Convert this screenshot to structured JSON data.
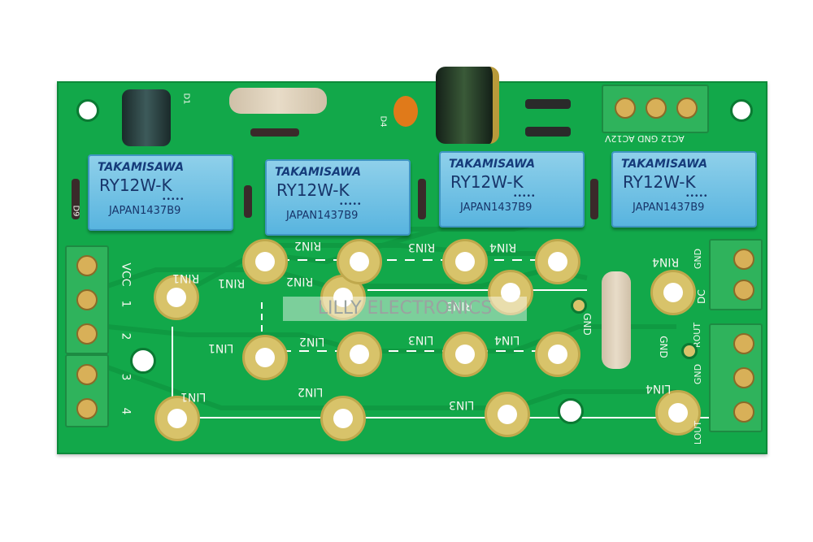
{
  "relays": [
    {
      "brand": "TAKAMISAWA",
      "model": "RY12W-K",
      "code": "JAPAN1437B9",
      "dots": "•••••"
    },
    {
      "brand": "TAKAMISAWA",
      "model": "RY12W-K",
      "code": "JAPAN1437B9",
      "dots": "•••••"
    },
    {
      "brand": "TAKAMISAWA",
      "model": "RY12W-K",
      "code": "JAPAN1437B9",
      "dots": "•••••"
    },
    {
      "brand": "TAKAMISAWA",
      "model": "RY12W-K",
      "code": "JAPAN1437B9",
      "dots": "•••••"
    }
  ],
  "silkscreen": {
    "rin1_a": "RIN1",
    "rin1_b": "RIN1",
    "rin2_a": "RIN2",
    "rin2_b": "RIN2",
    "rin3_a": "RIN3",
    "rin3_b": "RIN3",
    "rin4_a": "RIN4",
    "rin4_b": "RIN4",
    "lin1_a": "LIN1",
    "lin1_b": "LIN1",
    "lin2_a": "LIN2",
    "lin2_b": "LIN2",
    "lin3_a": "LIN3",
    "lin3_b": "LIN3",
    "lin4_a": "LIN4",
    "lin4_b": "LIN4",
    "vcc": "VCC",
    "n1": "1",
    "n2": "2",
    "n3": "3",
    "n4": "4",
    "gnd_a": "GND",
    "gnd_b": "GND",
    "gnd_c": "GND",
    "gnd_d": "GND",
    "dc": "DC",
    "rout": "ROUT",
    "lout": "LOUT",
    "ac12_top": "AC12 GND AC12V",
    "d1": "D1",
    "d4": "D4",
    "d9": "D9"
  },
  "watermark": "LILLY ELECTRONICS",
  "colors": {
    "board": "#12a84a",
    "relay": "#6cc0e4",
    "pad": "#d8c36a",
    "terminal": "#2fb35c"
  }
}
